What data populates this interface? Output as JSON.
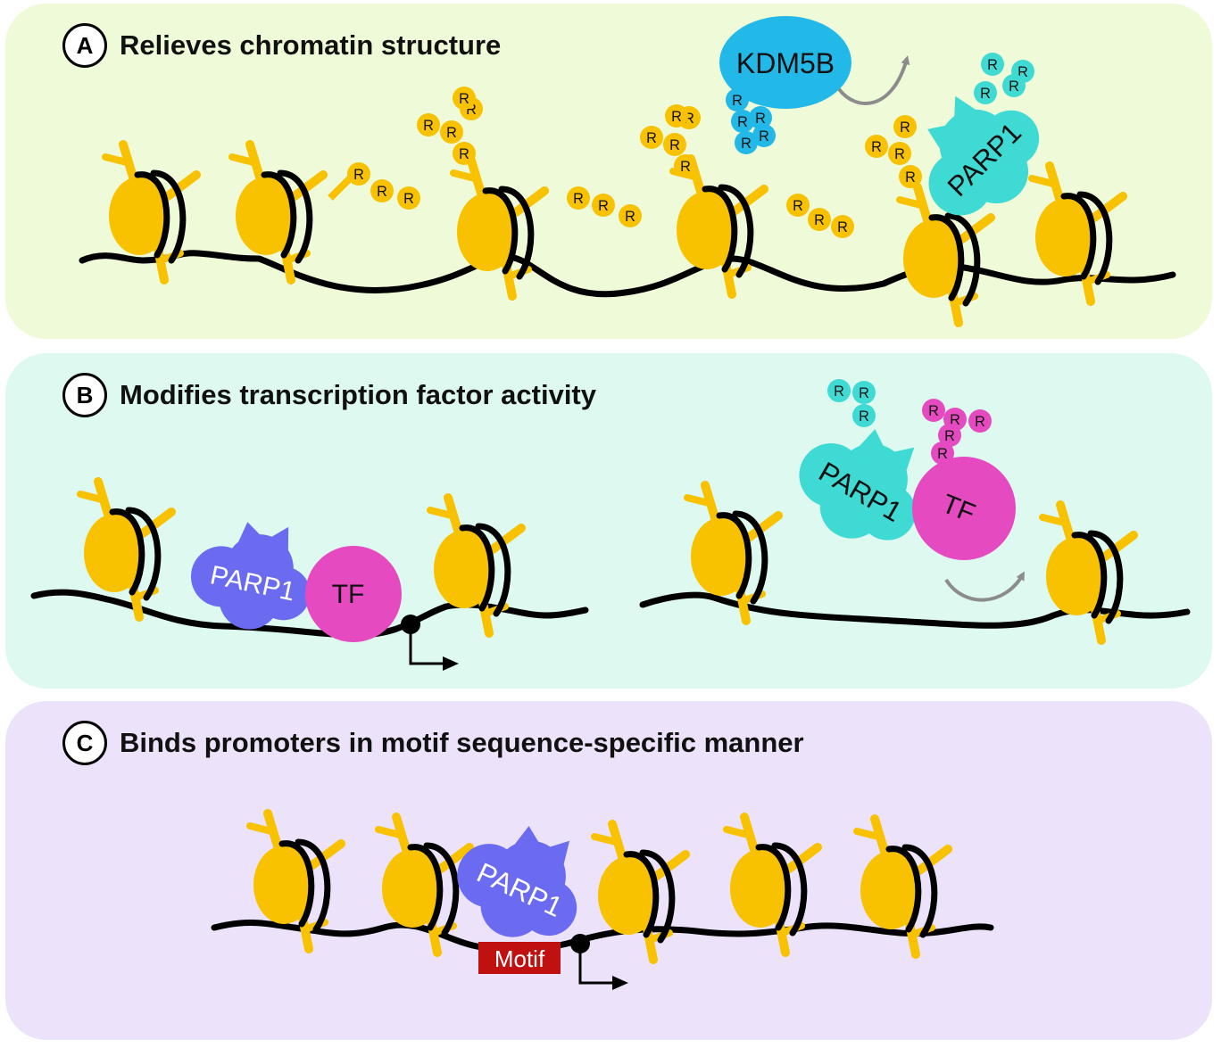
{
  "panels": [
    {
      "letter": "A",
      "title": "Relieves  chromatin  structure"
    },
    {
      "letter": "B",
      "title": "Modifies  transcription factor activity"
    },
    {
      "letter": "C",
      "title": "Binds promoters in motif sequence-specific  manner"
    }
  ],
  "labels": {
    "kdm5b": "KDM5B",
    "parp1": "PARP1",
    "tf": "TF",
    "motif": "Motif",
    "par_unit": "R"
  },
  "colors": {
    "panel_a": "#eefad8",
    "panel_b": "#ddf9f0",
    "panel_c": "#ece2fa",
    "nucleosome": "#f8c200",
    "dna": "#000000",
    "kdm5b": "#22b8e8",
    "parp1_teal": "#3fdad4",
    "parp1_blue": "#6b6bf2",
    "tf": "#e54ac0",
    "motif": "#c01010",
    "arrow": "#8c8c8c"
  },
  "icons": [
    "nucleosome-icon",
    "poly-adp-ribose-chain-icon",
    "release-arrow-icon",
    "transcription-start-arrow-icon"
  ]
}
